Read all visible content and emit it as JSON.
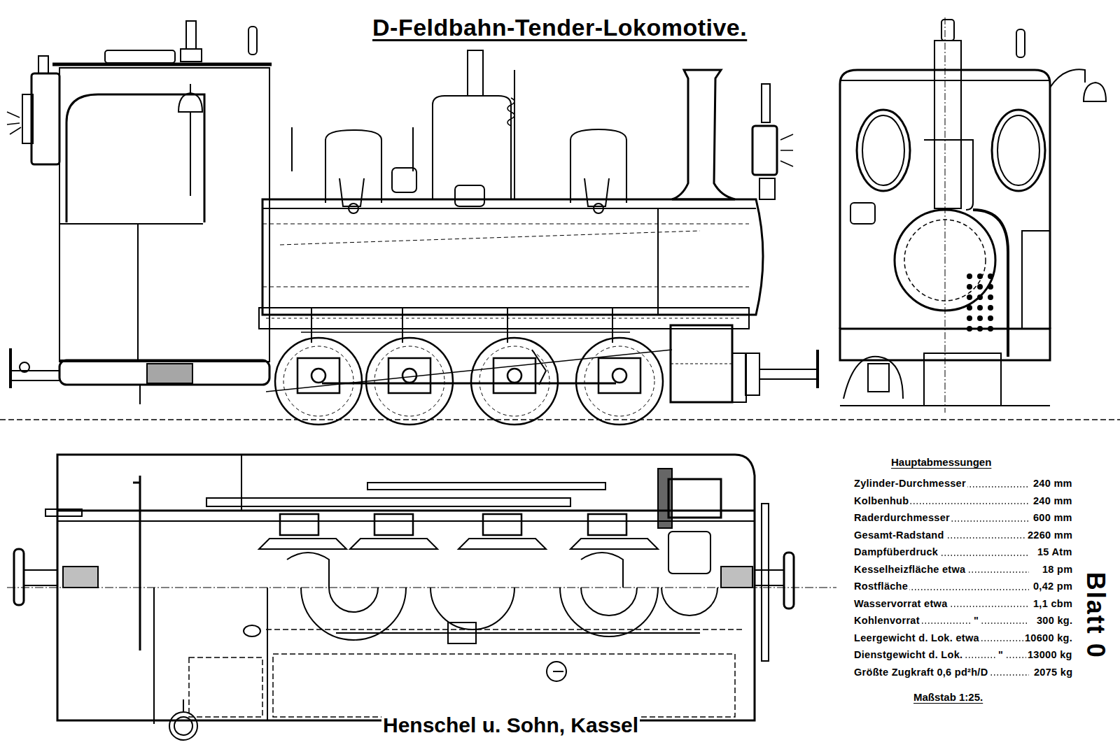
{
  "diagram": {
    "title": "D-Feldbahn-Tender-Lokomotive.",
    "caption": "Henschel u. Sohn, Kassel",
    "labels": [
      "Hauptabmessungen",
      "Zylinder-Durchmesser",
      "240 mm",
      "Kolbenhub",
      "240 mm",
      "Raderdurchmesser",
      "600 mm",
      "Gesamt-Radstand",
      "2260 mm",
      "Dampfüberdruck",
      "15 Atm",
      "Kesselheizfläche etwa",
      "18 pm",
      "Rostfläche",
      "0,42 pm",
      "Wasservorrat etwa",
      "1,1 cbm",
      "Kohlenvorrat",
      "\"",
      "300 kg.",
      "Leergewicht d. Lok. etwa",
      "10600 kg.",
      "Dienstgewicht d. Lok.",
      "\"",
      "13000 kg",
      "Größte Zugkraft 0,6 pd²h/D",
      "2075 kg",
      "Maßstab 1:25.",
      "Blatt 0"
    ]
  }
}
